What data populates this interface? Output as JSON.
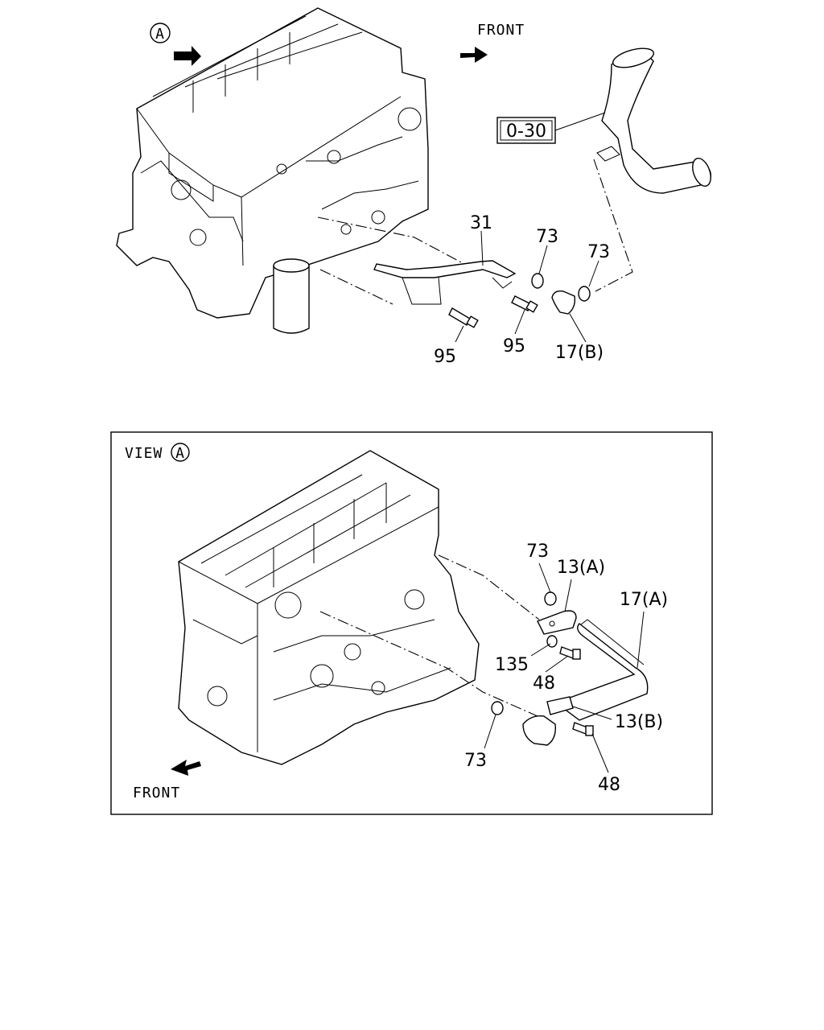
{
  "top": {
    "view_marker": "A",
    "front_label": "FRONT",
    "ref_box": "0-30",
    "callouts": {
      "pipe": "31",
      "clamp_left": "73",
      "clamp_right": "73",
      "bolt_left": "95",
      "bolt_right": "95",
      "hose": "17(B)"
    }
  },
  "bottom": {
    "view_word": "VIEW",
    "view_marker": "A",
    "front_label": "FRONT",
    "callouts": {
      "clamp_top": "73",
      "bracket_a": "13(A)",
      "hose_a": "17(A)",
      "washer": "135",
      "bolt_top": "48",
      "bracket_b": "13(B)",
      "clamp_bottom": "73",
      "bolt_bottom": "48"
    }
  }
}
